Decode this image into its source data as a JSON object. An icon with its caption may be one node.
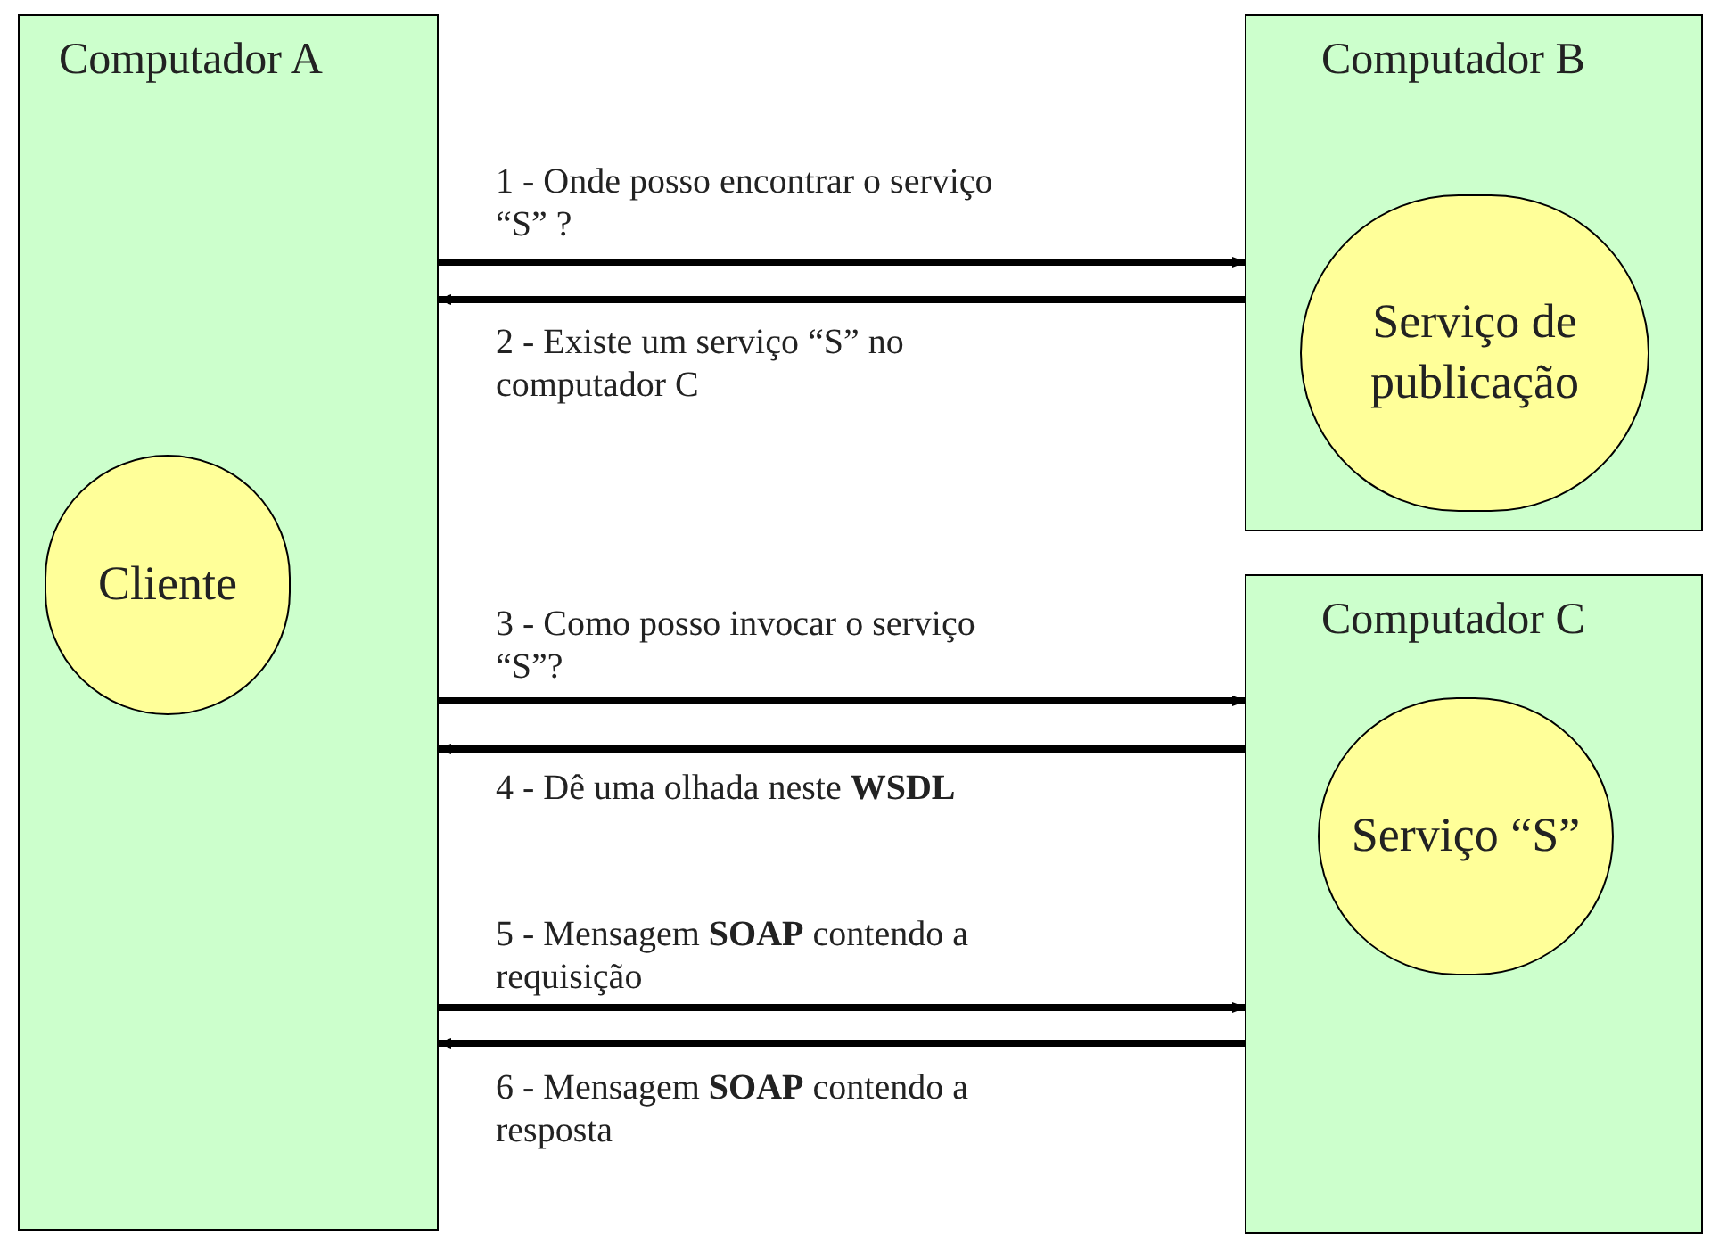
{
  "diagram": {
    "nodes": [
      {
        "text": [
          "Computador A"
        ]
      },
      {
        "text": [
          "Cliente"
        ],
        "in": 0
      },
      {
        "text": [
          "Computador B"
        ]
      },
      {
        "text": [
          "Serviço de publicação"
        ],
        "in": 2
      },
      {
        "text": [
          "Computador C"
        ]
      },
      {
        "text": [
          "Serviço “S”"
        ],
        "in": 4
      }
    ],
    "edges": [
      {
        "from": 0,
        "to": 2,
        "arrow": "to",
        "label": "1 - Onde posso encontrar o serviço “S” ?"
      },
      {
        "from": 2,
        "to": 0,
        "arrow": "to",
        "label": "2 - Existe um serviço “S” no computador C"
      },
      {
        "from": 0,
        "to": 4,
        "arrow": "to",
        "label": "3 - Como posso invocar o serviço “S”?"
      },
      {
        "from": 4,
        "to": 0,
        "arrow": "to",
        "label": "4 - Dê uma olhada neste **WSDL**"
      },
      {
        "from": 0,
        "to": 4,
        "arrow": "to",
        "label": "5 - Mensagem **SOAP** contendo a requisição"
      },
      {
        "from": 4,
        "to": 0,
        "arrow": "to",
        "label": "6 - Mensagem **SOAP** contendo a resposta"
      }
    ]
  }
}
